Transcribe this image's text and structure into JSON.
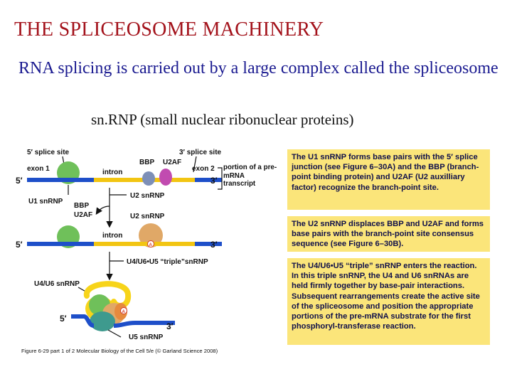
{
  "slide": {
    "title": "THE SPLICEOSOME MACHINERY",
    "subtitle": "RNA splicing is carried out by a large complex called the spliceosome",
    "snrnp_note": "sn.RNP (small nuclear ribonuclear proteins)"
  },
  "diagram": {
    "five_splice_site": "5′ splice site",
    "three_splice_site": "3′ splice site",
    "exon1": "exon 1",
    "intron": "intron",
    "exon2": "exon 2",
    "bbp": "BBP",
    "u2af": "U2AF",
    "five_prime": "5′",
    "three_prime": "3′",
    "u1_snrnp": "U1 snRNP",
    "u2_snrnp": "U2 snRNP",
    "triple_snrnp": "U4/U6•U5 “triple”snRNP",
    "u4u6_snrnp": "U4/U6 snRNP",
    "u5_snrnp": "U5 snRNP",
    "branch_a": "A",
    "pre_mrna_label": "portion of a pre-mRNA transcript",
    "colors": {
      "exon": "#1e4fc9",
      "intron": "#f2c512",
      "u1": "#6fc05a",
      "u2": "#e0a867",
      "u4u6": "#f7d41a",
      "u5": "#3e9a8e",
      "bbp": "#7d8fb7",
      "u2af": "#c14bb0",
      "box": "#fbe57a"
    }
  },
  "notes": {
    "step1": "The U1 snRNP forms base pairs with the 5′ splice junction (see Figure 6–30A) and the BBP (branch-point binding protein) and U2AF (U2 auxilliary factor) recognize the branch-point site.",
    "step2": "The U2 snRNP displaces BBP and U2AF and forms base pairs with the branch-point site consensus sequence (see Figure 6–30B).",
    "step3": "The U4/U6•U5 “triple” snRNP enters the reaction. In this triple snRNP, the U4 and U6 snRNAs are held firmly together by base-pair interactions. Subsequent rearrangements create the active site of the spliceosome and position the appropriate portions of the pre-mRNA substrate for the first phosphoryl-transferase reaction."
  },
  "caption": "Figure 6-29 part 1 of 2 Molecular Biology of the Cell 5/e (© Garland Science 2008)"
}
